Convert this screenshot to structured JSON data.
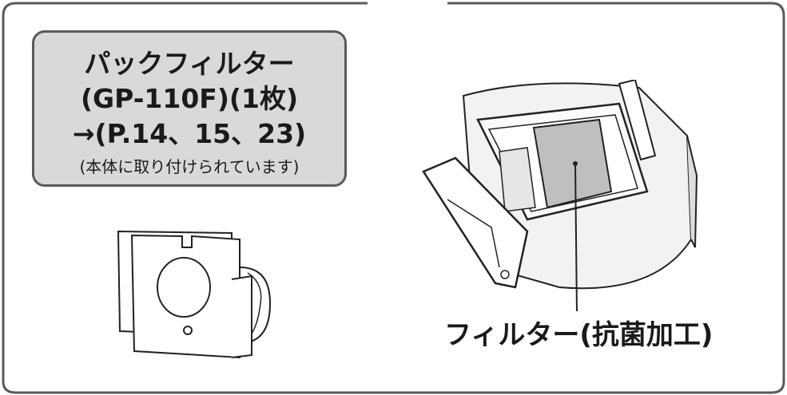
{
  "label_box": {
    "line1": "パックフィルター",
    "line2": "(GP-110F)(1枚)",
    "line3": "→(P.14、15、23)",
    "line4": "(本体に取り付けられています)"
  },
  "callout": {
    "label": "フィルター(抗菌加工)"
  },
  "colors": {
    "frame": "#5a5a5a",
    "box_fill": "#d9d9d9",
    "filter_fill": "#bfbfbf"
  }
}
